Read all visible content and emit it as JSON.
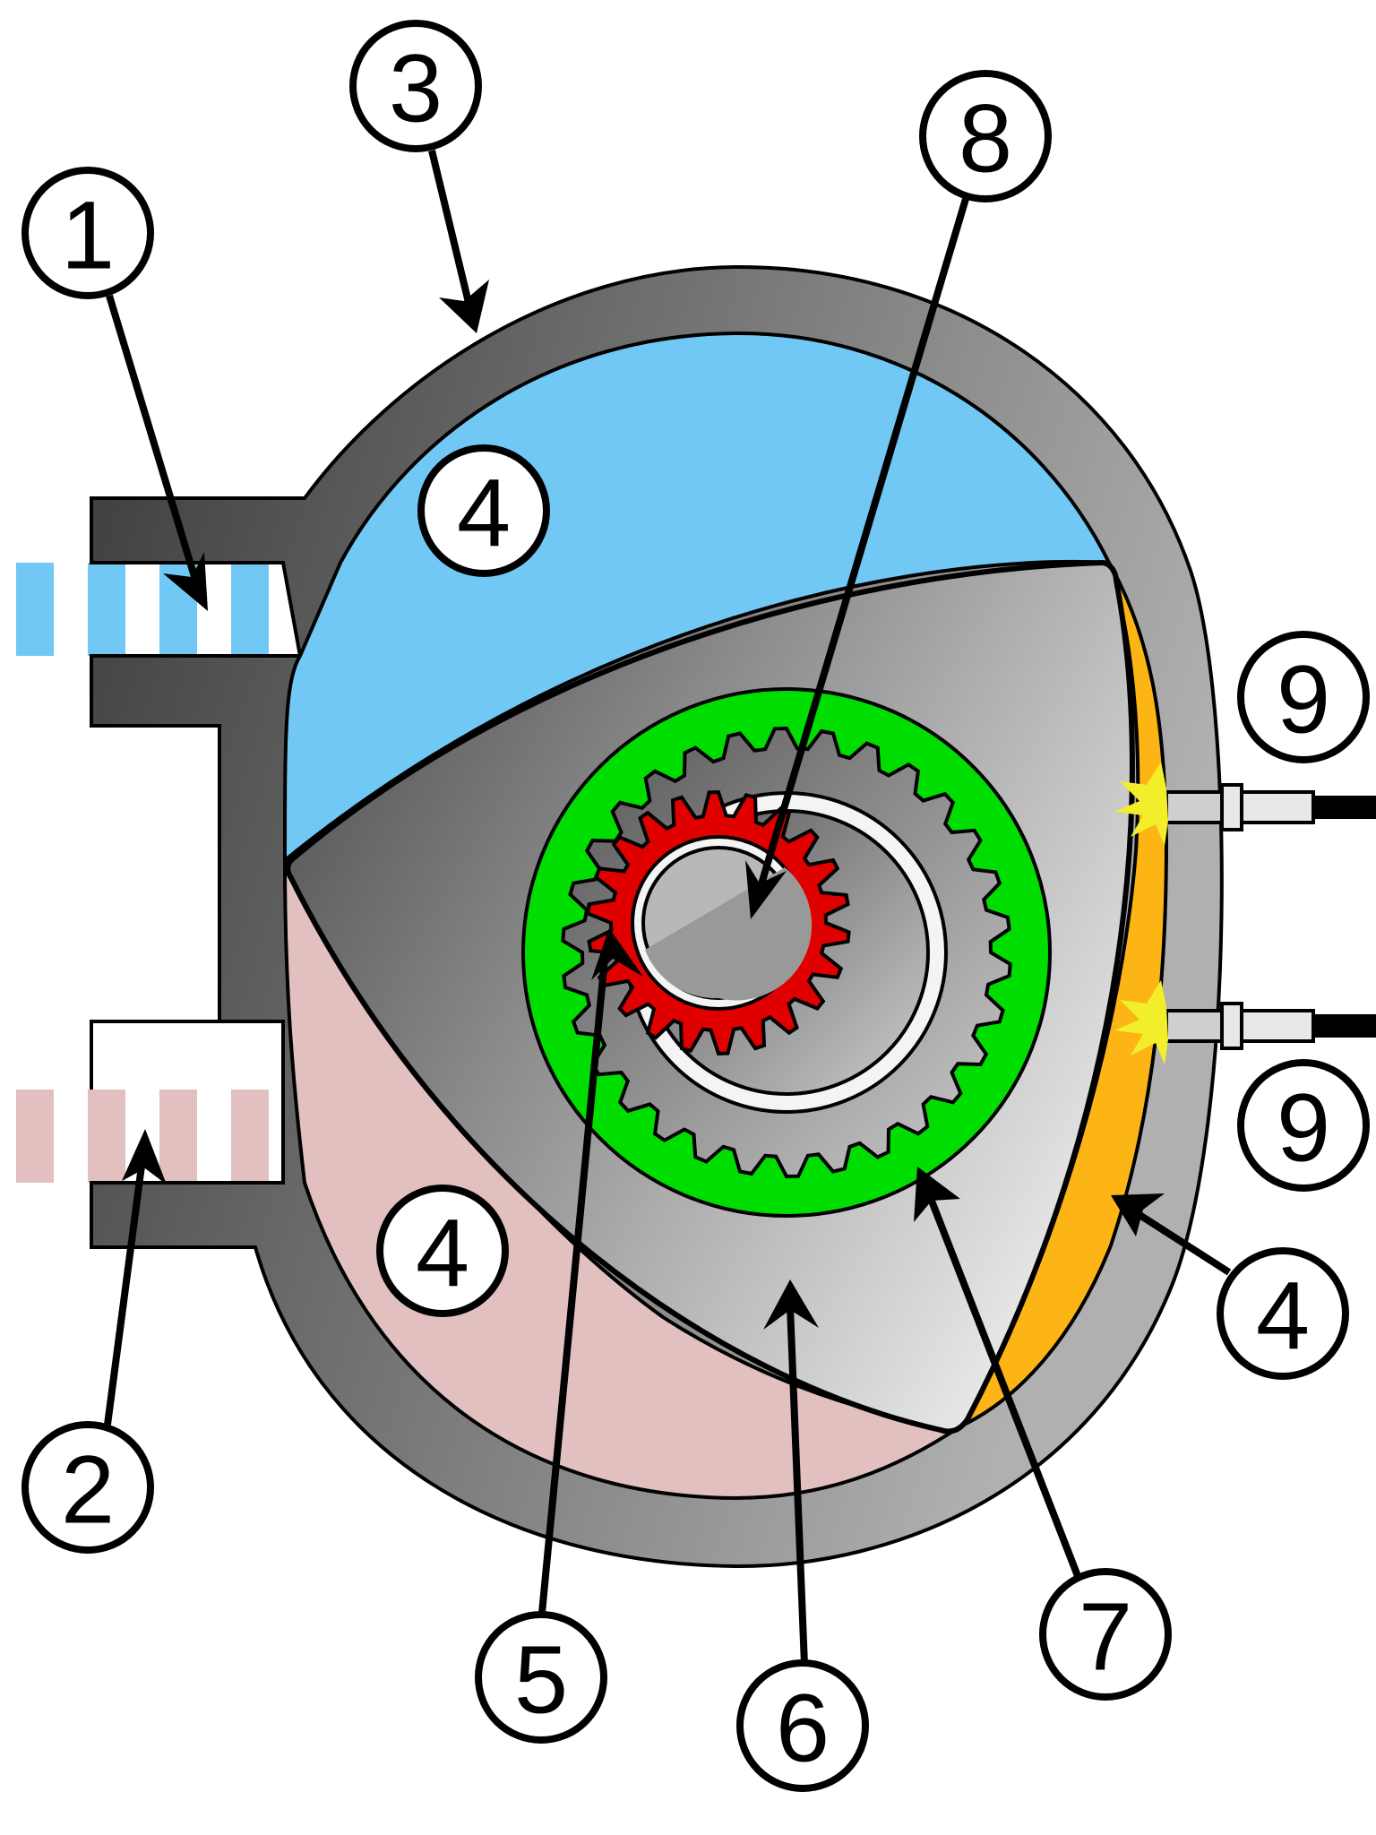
{
  "callouts": [
    {
      "id": "c1",
      "label": "1"
    },
    {
      "id": "c2",
      "label": "2"
    },
    {
      "id": "c3",
      "label": "3"
    },
    {
      "id": "c4a",
      "label": "4"
    },
    {
      "id": "c4b",
      "label": "4"
    },
    {
      "id": "c4c",
      "label": "4"
    },
    {
      "id": "c5",
      "label": "5"
    },
    {
      "id": "c6",
      "label": "6"
    },
    {
      "id": "c7",
      "label": "7"
    },
    {
      "id": "c8",
      "label": "8"
    },
    {
      "id": "c9a",
      "label": "9"
    },
    {
      "id": "c9b",
      "label": "9"
    }
  ],
  "colors": {
    "intake_chamber": "#72c8f4",
    "exhaust_chamber": "#e2c0c0",
    "combustion_chamber": "#fdb515",
    "housing_light": "#a8a8a8",
    "housing_dark": "#404040",
    "rotor_light": "#e6e6e6",
    "rotor_dark": "#5a5a5a",
    "ring_gear": "#00dd00",
    "shaft_gear": "#e00000",
    "spark": "#f2ef2a",
    "outline": "#000000"
  }
}
